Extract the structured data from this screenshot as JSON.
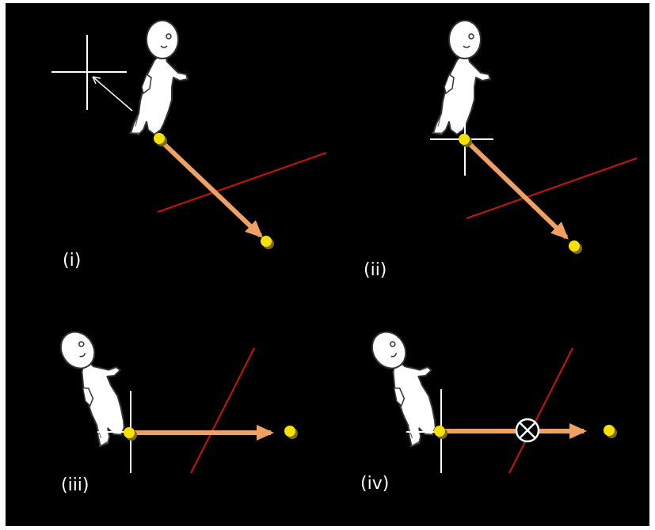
{
  "colors": {
    "background": "#000000",
    "figure_fill": "#ffffff",
    "figure_outline": "#222222",
    "crosshair": "#ffffff",
    "wall_line": "#cc1111",
    "arrow": "#f0a060",
    "endpoint": "#f5e000",
    "endpoint_shadow": "#7a6a10",
    "marker": "#ffffff"
  },
  "icons": {
    "figure": "walking-person-icon",
    "crosshair": "crosshair-icon",
    "endpoint": "yellow-dot-icon",
    "blocked": "circle-x-icon"
  },
  "panels": [
    {
      "id": "i",
      "label": "(i)"
    },
    {
      "id": "ii",
      "label": "(ii)"
    },
    {
      "id": "iii",
      "label": "(iii)"
    },
    {
      "id": "iv",
      "label": "(iv)"
    }
  ]
}
